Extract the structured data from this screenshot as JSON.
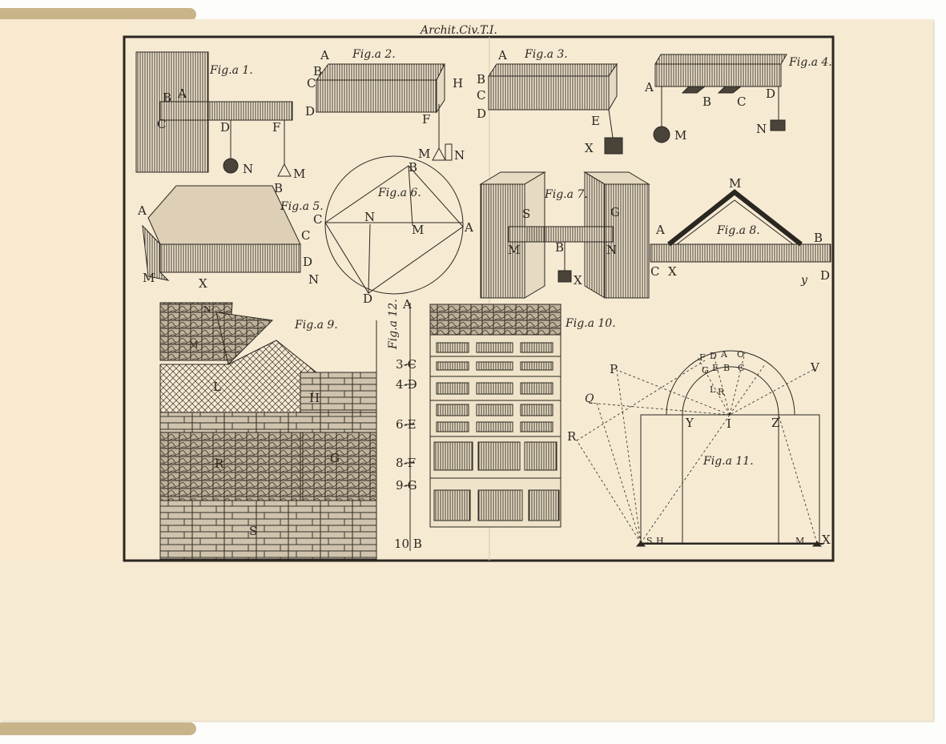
{
  "header": {
    "title": "Archit.Civ.T.I."
  },
  "colors": {
    "ink": "#2a2620",
    "paper": "#f6ead3"
  },
  "fig1": {
    "title": "Fig.a 1.",
    "letters": [
      "B",
      "A",
      "C",
      "D",
      "F",
      "N",
      "M"
    ]
  },
  "fig2": {
    "title": "Fig.a 2.",
    "letters": [
      "A",
      "B",
      "C",
      "D",
      "H",
      "F",
      "M",
      "N"
    ]
  },
  "fig3": {
    "title": "Fig.a 3.",
    "letters": [
      "A",
      "B",
      "C",
      "D",
      "E",
      "X"
    ]
  },
  "fig4": {
    "title": "Fig.a 4.",
    "letters": [
      "A",
      "B",
      "C",
      "D",
      "M",
      "N"
    ]
  },
  "fig5": {
    "title": "Fig.a 5.",
    "letters": [
      "B",
      "A",
      "C",
      "D",
      "N",
      "M",
      "X"
    ]
  },
  "fig6": {
    "title": "Fig.a 6.",
    "letters": [
      "B",
      "C",
      "N",
      "M",
      "A",
      "D"
    ]
  },
  "fig7": {
    "title": "Fig.a 7.",
    "letters": [
      "S",
      "G",
      "M",
      "B",
      "X",
      "N"
    ]
  },
  "fig8": {
    "title": "Fig.a 8.",
    "letters": [
      "M",
      "A",
      "B",
      "C",
      "X",
      "y",
      "D"
    ]
  },
  "fig9": {
    "title": "Fig.a 9.",
    "letters": [
      "N",
      "M",
      "L",
      "H",
      "R",
      "G",
      "S"
    ]
  },
  "fig10": {
    "title": "Fig.a 10."
  },
  "fig11": {
    "title": "Fig.a 11.",
    "letters": [
      "P",
      "V",
      "Q",
      "R",
      "Y",
      "I",
      "Z",
      "S",
      "H",
      "M",
      "X",
      "F",
      "D",
      "A",
      "O",
      "G",
      "E",
      "B",
      "C",
      "L",
      "R"
    ]
  },
  "fig12": {
    "title": "Fig.a 12.",
    "letters": [
      "A",
      "3-C",
      "4-D",
      "6-E",
      "8-F",
      "9-G",
      "10 B"
    ]
  }
}
